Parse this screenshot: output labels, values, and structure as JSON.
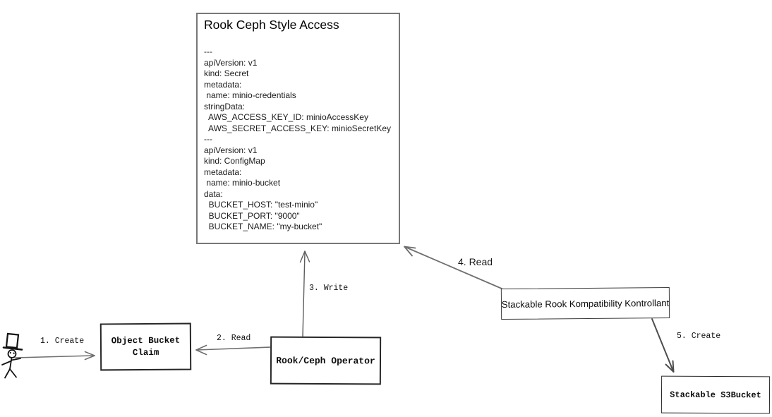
{
  "diagram": {
    "yaml_box": {
      "title": "Rook Ceph Style Access",
      "lines": [
        "---",
        "apiVersion: v1",
        "kind: Secret",
        "metadata:",
        " name: minio-credentials",
        "stringData:",
        "  AWS_ACCESS_KEY_ID: minioAccessKey",
        "  AWS_SECRET_ACCESS_KEY: minioSecretKey",
        "---",
        "apiVersion: v1",
        "kind: ConfigMap",
        "metadata:",
        " name: minio-bucket",
        "data:",
        "  BUCKET_HOST: \"test-minio\"",
        "  BUCKET_PORT: \"9000\"",
        "  BUCKET_NAME: \"my-bucket\""
      ]
    },
    "nodes": {
      "object_bucket_claim": {
        "label": "Object Bucket Claim"
      },
      "rook_ceph_operator": {
        "label": "Rook/Ceph Operator"
      },
      "stackable_kontrollant": {
        "label": "Stackable Rook Kompatibility Kontrollant"
      },
      "stackable_s3bucket": {
        "label": "Stackable S3Bucket"
      }
    },
    "edges": {
      "step1": {
        "label": "1. Create"
      },
      "step2": {
        "label": "2. Read"
      },
      "step3": {
        "label": "3. Write"
      },
      "step4": {
        "label": "4. Read"
      },
      "step5": {
        "label": "5. Create"
      }
    },
    "actor": {
      "name": "user"
    }
  },
  "colors": {
    "arrow": "#6e6e6e",
    "sketch_border": "#262626",
    "yaml_border": "#787878",
    "text": "#000000",
    "background": "#ffffff"
  }
}
